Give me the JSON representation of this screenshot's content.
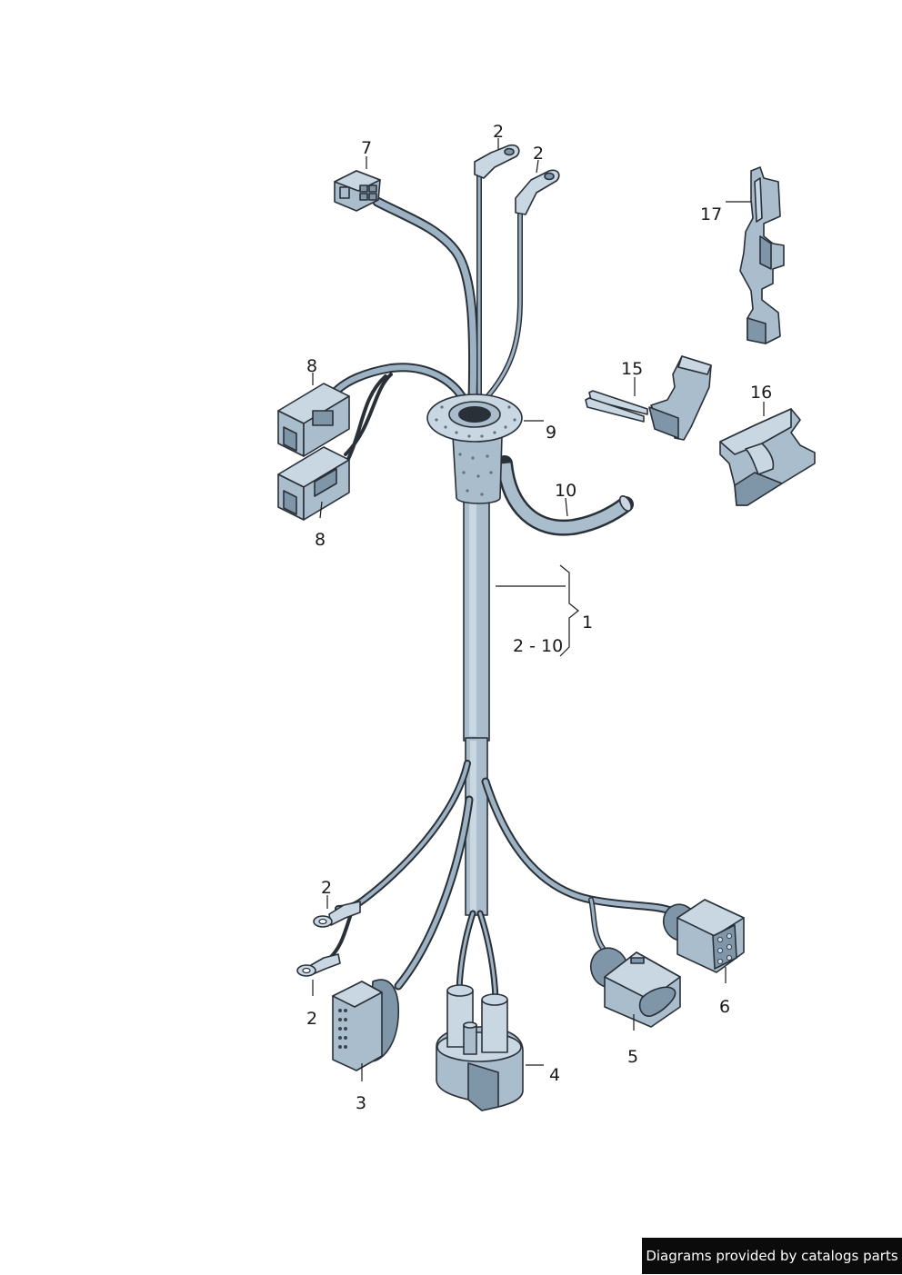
{
  "labels": {
    "p7": "7",
    "p2_top_a": "2",
    "p2_top_b": "2",
    "p17": "17",
    "p8_top": "8",
    "p8_bottom": "8",
    "p15": "15",
    "p16": "16",
    "p9": "9",
    "p10": "10",
    "p1": "1",
    "range": "2 - 10",
    "p2_left_top": "2",
    "p2_left_bottom": "2",
    "p3": "3",
    "p4": "4",
    "p5": "5",
    "p6": "6"
  },
  "footer": {
    "credit": "Diagrams provided by catalogs parts"
  },
  "icons": [
    "wiring-harness",
    "connector",
    "grommet",
    "ring-terminal",
    "clip",
    "bracket"
  ],
  "colors": {
    "part_fill": "#a9bdcc",
    "part_light": "#c8d7e2",
    "part_dark": "#7f96a8",
    "outline": "#2a3038",
    "footer_bg": "#0b0b0b"
  }
}
